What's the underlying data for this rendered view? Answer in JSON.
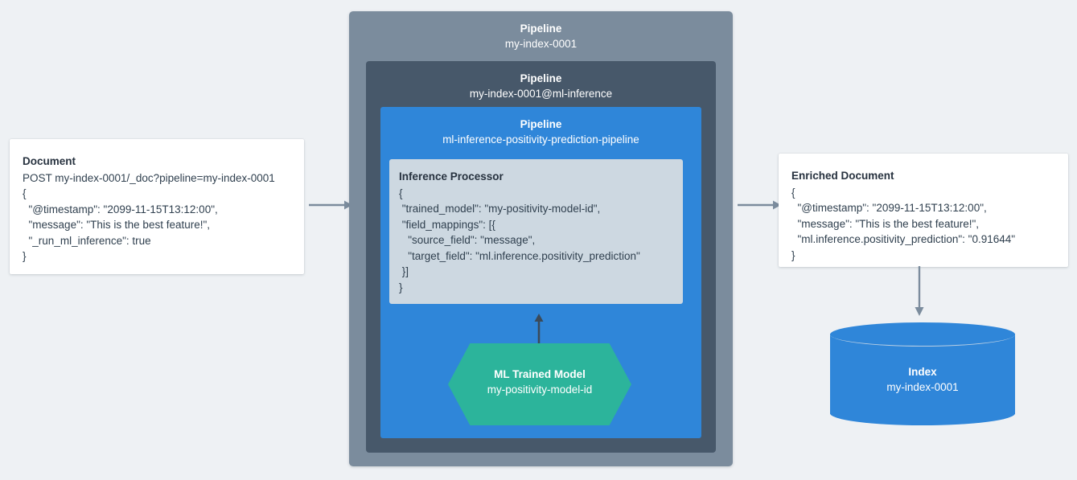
{
  "document_card": {
    "title": "Document",
    "lines": [
      "POST my-index-0001/_doc?pipeline=my-index-0001",
      "{",
      "  \"@timestamp\": \"2099-11-15T13:12:00\",",
      "  \"message\": \"This is the best feature!\",",
      "  \"_run_ml_inference\": true",
      "}"
    ]
  },
  "pipelines": {
    "outer": {
      "label": "Pipeline",
      "name": "my-index-0001"
    },
    "middle": {
      "label": "Pipeline",
      "name": "my-index-0001@ml-inference"
    },
    "inner": {
      "label": "Pipeline",
      "name": "ml-inference-positivity-prediction-pipeline"
    }
  },
  "inference_processor": {
    "title": "Inference Processor",
    "lines": [
      "{",
      " \"trained_model\": \"my-positivity-model-id\",",
      " \"field_mappings\": [{",
      "   \"source_field\": \"message\",",
      "   \"target_field\": \"ml.inference.positivity_prediction\"",
      " }]",
      "}"
    ]
  },
  "ml_model": {
    "label": "ML Trained Model",
    "name": "my-positivity-model-id"
  },
  "enriched_card": {
    "title": "Enriched Document",
    "lines": [
      "{",
      "  \"@timestamp\": \"2099-11-15T13:12:00\",",
      "  \"message\": \"This is the best feature!\",",
      "  \"ml.inference.positivity_prediction\": \"0.91644\"",
      "}"
    ]
  },
  "index": {
    "label": "Index",
    "name": "my-index-0001"
  },
  "colors": {
    "background": "#eef1f4",
    "pipeline_outer": "#7b8c9d",
    "pipeline_middle": "#47586a",
    "pipeline_inner": "#2f86d9",
    "processor": "#cdd8e1",
    "ml_model": "#2cb49b",
    "index": "#2f86d9",
    "arrow": "#7b8c9d",
    "card": "#ffffff",
    "text": "#2b3a4a"
  },
  "arrows": {
    "doc_to_pipeline": "arrow-right-icon",
    "pipeline_to_enriched": "arrow-right-icon",
    "enriched_to_index": "arrow-down-icon",
    "model_to_processor": "arrow-up-icon"
  }
}
